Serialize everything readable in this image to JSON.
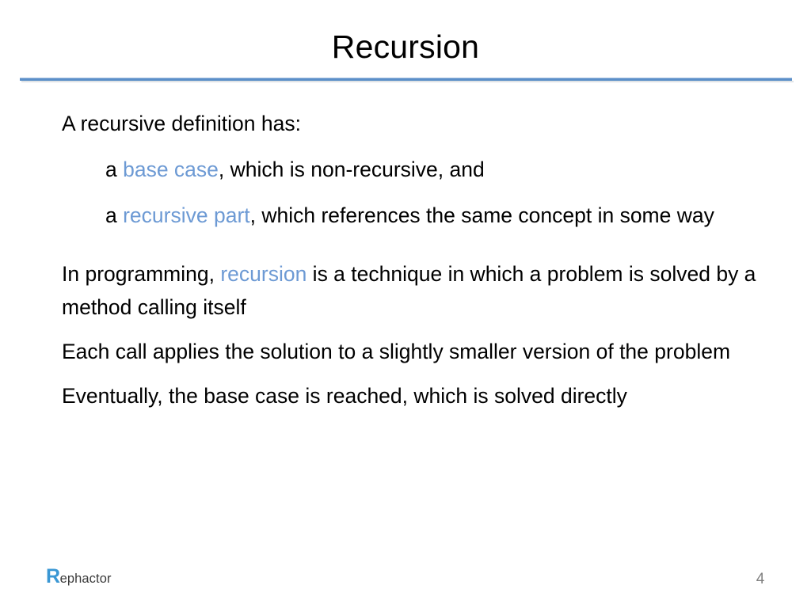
{
  "slide": {
    "title": "Recursion",
    "page_number": "4",
    "accent_color": "#5b8fc9",
    "keyword_color": "#6d9ad4",
    "text_color": "#000000",
    "background_color": "#ffffff"
  },
  "body": {
    "lead": "A recursive definition has:",
    "sub_points": [
      {
        "prefix": "a ",
        "keyword": "base case",
        "suffix": ", which is non-recursive, and"
      },
      {
        "prefix": "a ",
        "keyword": "recursive part",
        "suffix": ", which references the same concept in some way"
      }
    ],
    "paragraphs": [
      {
        "prefix": "In programming, ",
        "keyword": "recursion",
        "suffix": " is a technique in which a problem is solved by a method calling itself"
      },
      {
        "prefix": "Each call applies the solution to a slightly smaller version of the problem",
        "keyword": "",
        "suffix": ""
      },
      {
        "prefix": "Eventually, the base case is reached, which is solved directly",
        "keyword": "",
        "suffix": ""
      }
    ]
  },
  "footer": {
    "logo_initial": "R",
    "logo_rest": "ephactor",
    "logo_initial_color": "#3a97d4",
    "page_number": "4"
  }
}
